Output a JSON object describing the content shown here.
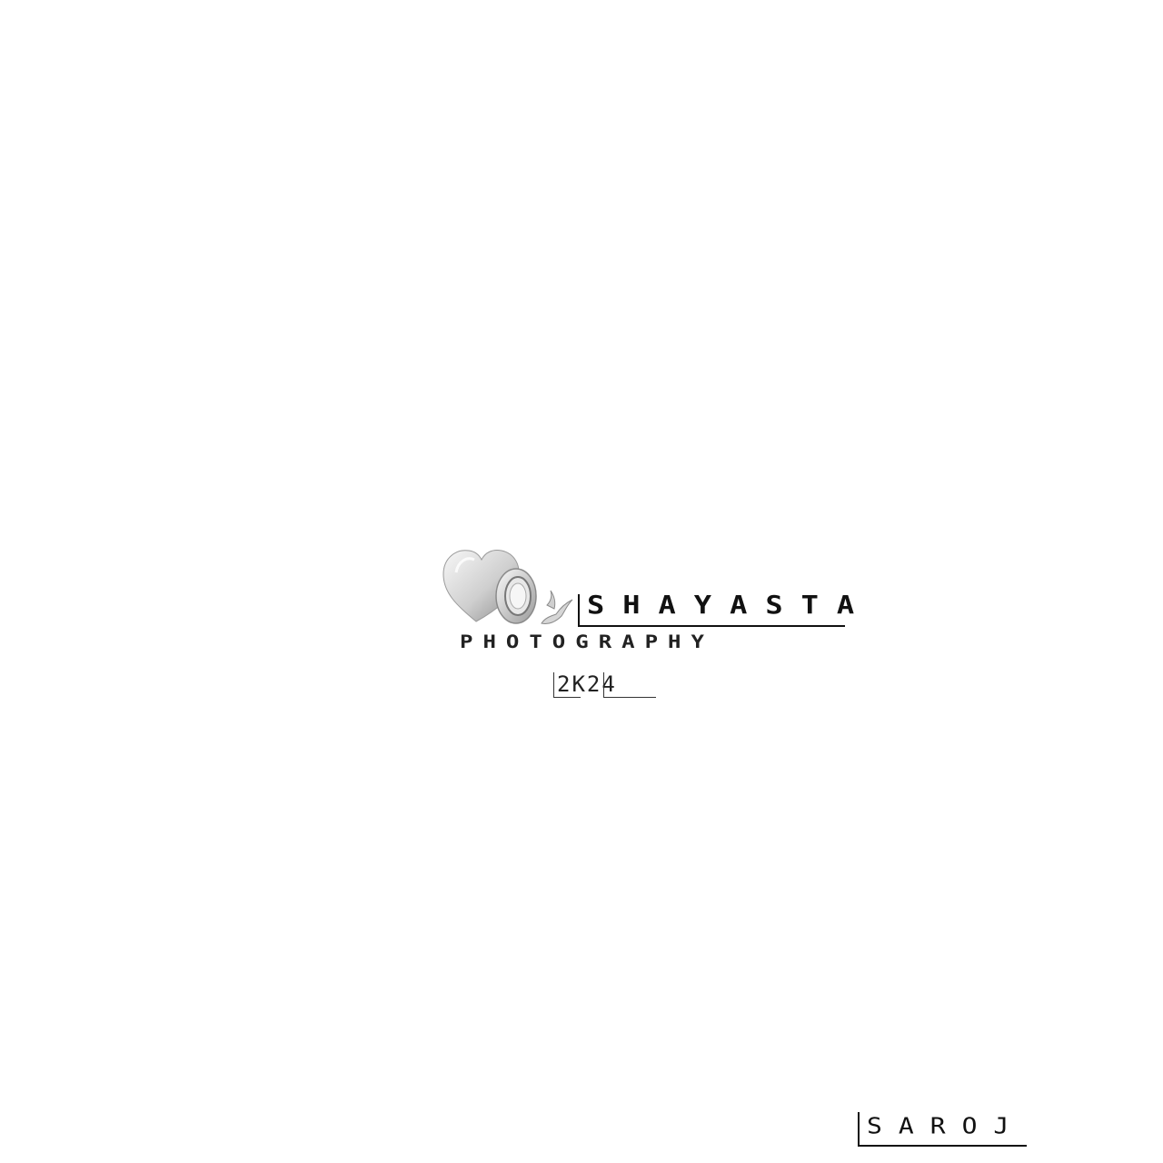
{
  "logo": {
    "brand_name": "SHAYASTA",
    "tagline": "PHOTOGRAPHY",
    "year_prefix": "2K",
    "year_suffix": "24",
    "icon": "heart-camera-icon",
    "bird_icon": "bird-icon"
  },
  "signature": {
    "text": "SAROJ"
  },
  "colors": {
    "background": "#ffffff",
    "text": "#111111",
    "icon_light": "#f2f2f2",
    "icon_mid": "#c8c8c8",
    "icon_dark": "#8a8a8a"
  }
}
